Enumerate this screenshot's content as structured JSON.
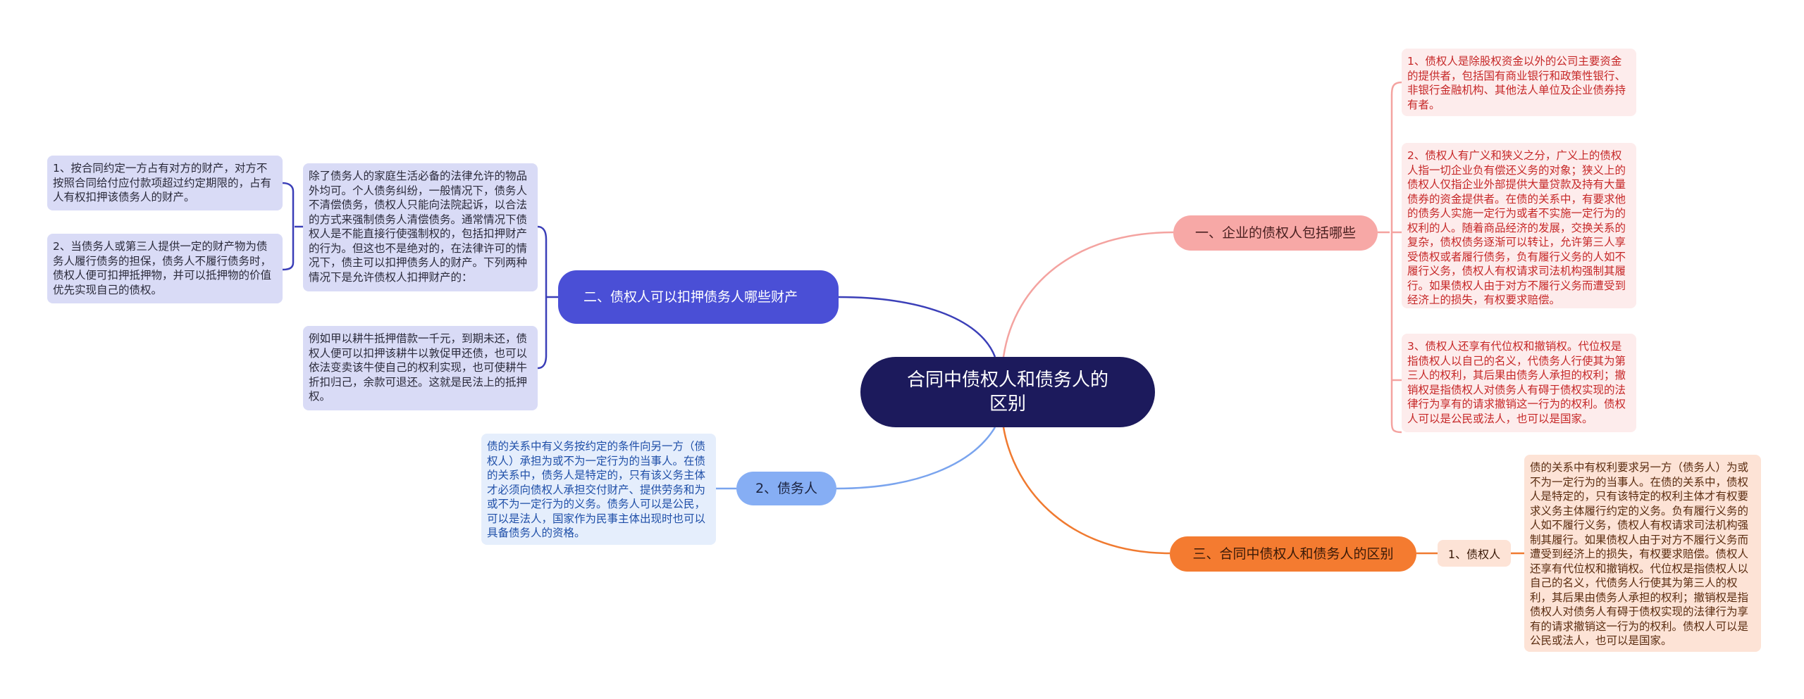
{
  "root": {
    "title": "合同中债权人和债务人的区别"
  },
  "colors": {
    "root": "#1c1a5c",
    "branch1": "#f7a8a6",
    "branch2": "#4a4fd6",
    "branch2_child": "#86aef4",
    "branch3": "#f47b30"
  },
  "branches": [
    {
      "label": "一、企业的债权人包括哪些",
      "children": [
        {
          "text": "1、债权人是除股权资金以外的公司主要资金的提供者，包括国有商业银行和政策性银行、非银行金融机构、其他法人单位及企业债券持有者。"
        },
        {
          "text": "2、债权人有广义和狭义之分，广义上的债权人指一切企业负有偿还义务的对象；狭义上的债权人仅指企业外部提供大量贷款及持有大量债券的资金提供者。在债的关系中，有要求他的债务人实施一定行为或者不实施一定行为的权利的人。随着商品经济的发展，交换关系的复杂，债权债务逐渐可以转让，允许第三人享受债权或者履行债务，负有履行义务的人如不履行义务，债权人有权请求司法机构强制其履行。如果债权人由于对方不履行义务而遭受到经济上的损失，有权要求赔偿。"
        },
        {
          "text": "3、债权人还享有代位权和撤销权。代位权是指债权人以自己的名义，代债务人行使其为第三人的权利，其后果由债务人承担的权利；撤销权是指债权人对债务人有碍于债权实现的法律行为享有的请求撤销这一行为的权利。债权人可以是公民或法人，也可以是国家。"
        }
      ]
    },
    {
      "label": "二、债权人可以扣押债务人哪些财产",
      "children": [
        {
          "text": "除了债务人的家庭生活必备的法律允许的物品外均可。个人债务纠纷，一般情况下，债务人不清偿债务，债权人只能向法院起诉，以合法的方式来强制债务人清偿债务。通常情况下债权人是不能直接行使强制权的，包括扣押财产的行为。但这也不是绝对的，在法律许可的情况下，债主可以扣押债务人的财产。下列两种情况下是允许债权人扣押财产的：",
          "children": [
            {
              "text": "1、按合同约定一方占有对方的财产，对方不按照合同给付应付款项超过约定期限的，占有人有权扣押该债务人的财产。"
            },
            {
              "text": "2、当债务人或第三人提供一定的财产物为债务人履行债务的担保，债务人不履行债务时，债权人便可扣押抵押物，并可以抵押物的价值优先实现自己的债权。"
            }
          ]
        },
        {
          "text": "例如甲以耕牛抵押借款一千元，到期未还，债权人便可以扣押该耕牛以敦促甲还债，也可以依法变卖该牛使自己的权利实现，也可使耕牛折扣归己，余款可退还。这就是民法上的抵押权。"
        }
      ]
    },
    {
      "label": "2、债务人",
      "children": [
        {
          "text": "债的关系中有义务按约定的条件向另一方（债权人）承担为或不为一定行为的当事人。在债的关系中，债务人是特定的，只有该义务主体才必须向债权人承担交付财产、提供劳务和为或不为一定行为的义务。债务人可以是公民，可以是法人，国家作为民事主体出现时也可以具备债务人的资格。"
        }
      ]
    },
    {
      "label": "三、合同中债权人和债务人的区别",
      "children": [
        {
          "label": "1、债权人",
          "children": [
            {
              "text": "债的关系中有权利要求另一方（债务人）为或不为一定行为的当事人。在债的关系中，债权人是特定的，只有该特定的权利主体才有权要求义务主体履行约定的义务。负有履行义务的人如不履行义务，债权人有权请求司法机构强制其履行。如果债权人由于对方不履行义务而遭受到经济上的损失，有权要求赔偿。债权人还享有代位权和撤销权。代位权是指债权人以自己的名义，代债务人行使其为第三人的权利，其后果由债务人承担的权利；撤销权是指债权人对债务人有碍于债权实现的法律行为享有的请求撤销这一行为的权利。债权人可以是公民或法人，也可以是国家。"
            }
          ]
        }
      ]
    }
  ]
}
